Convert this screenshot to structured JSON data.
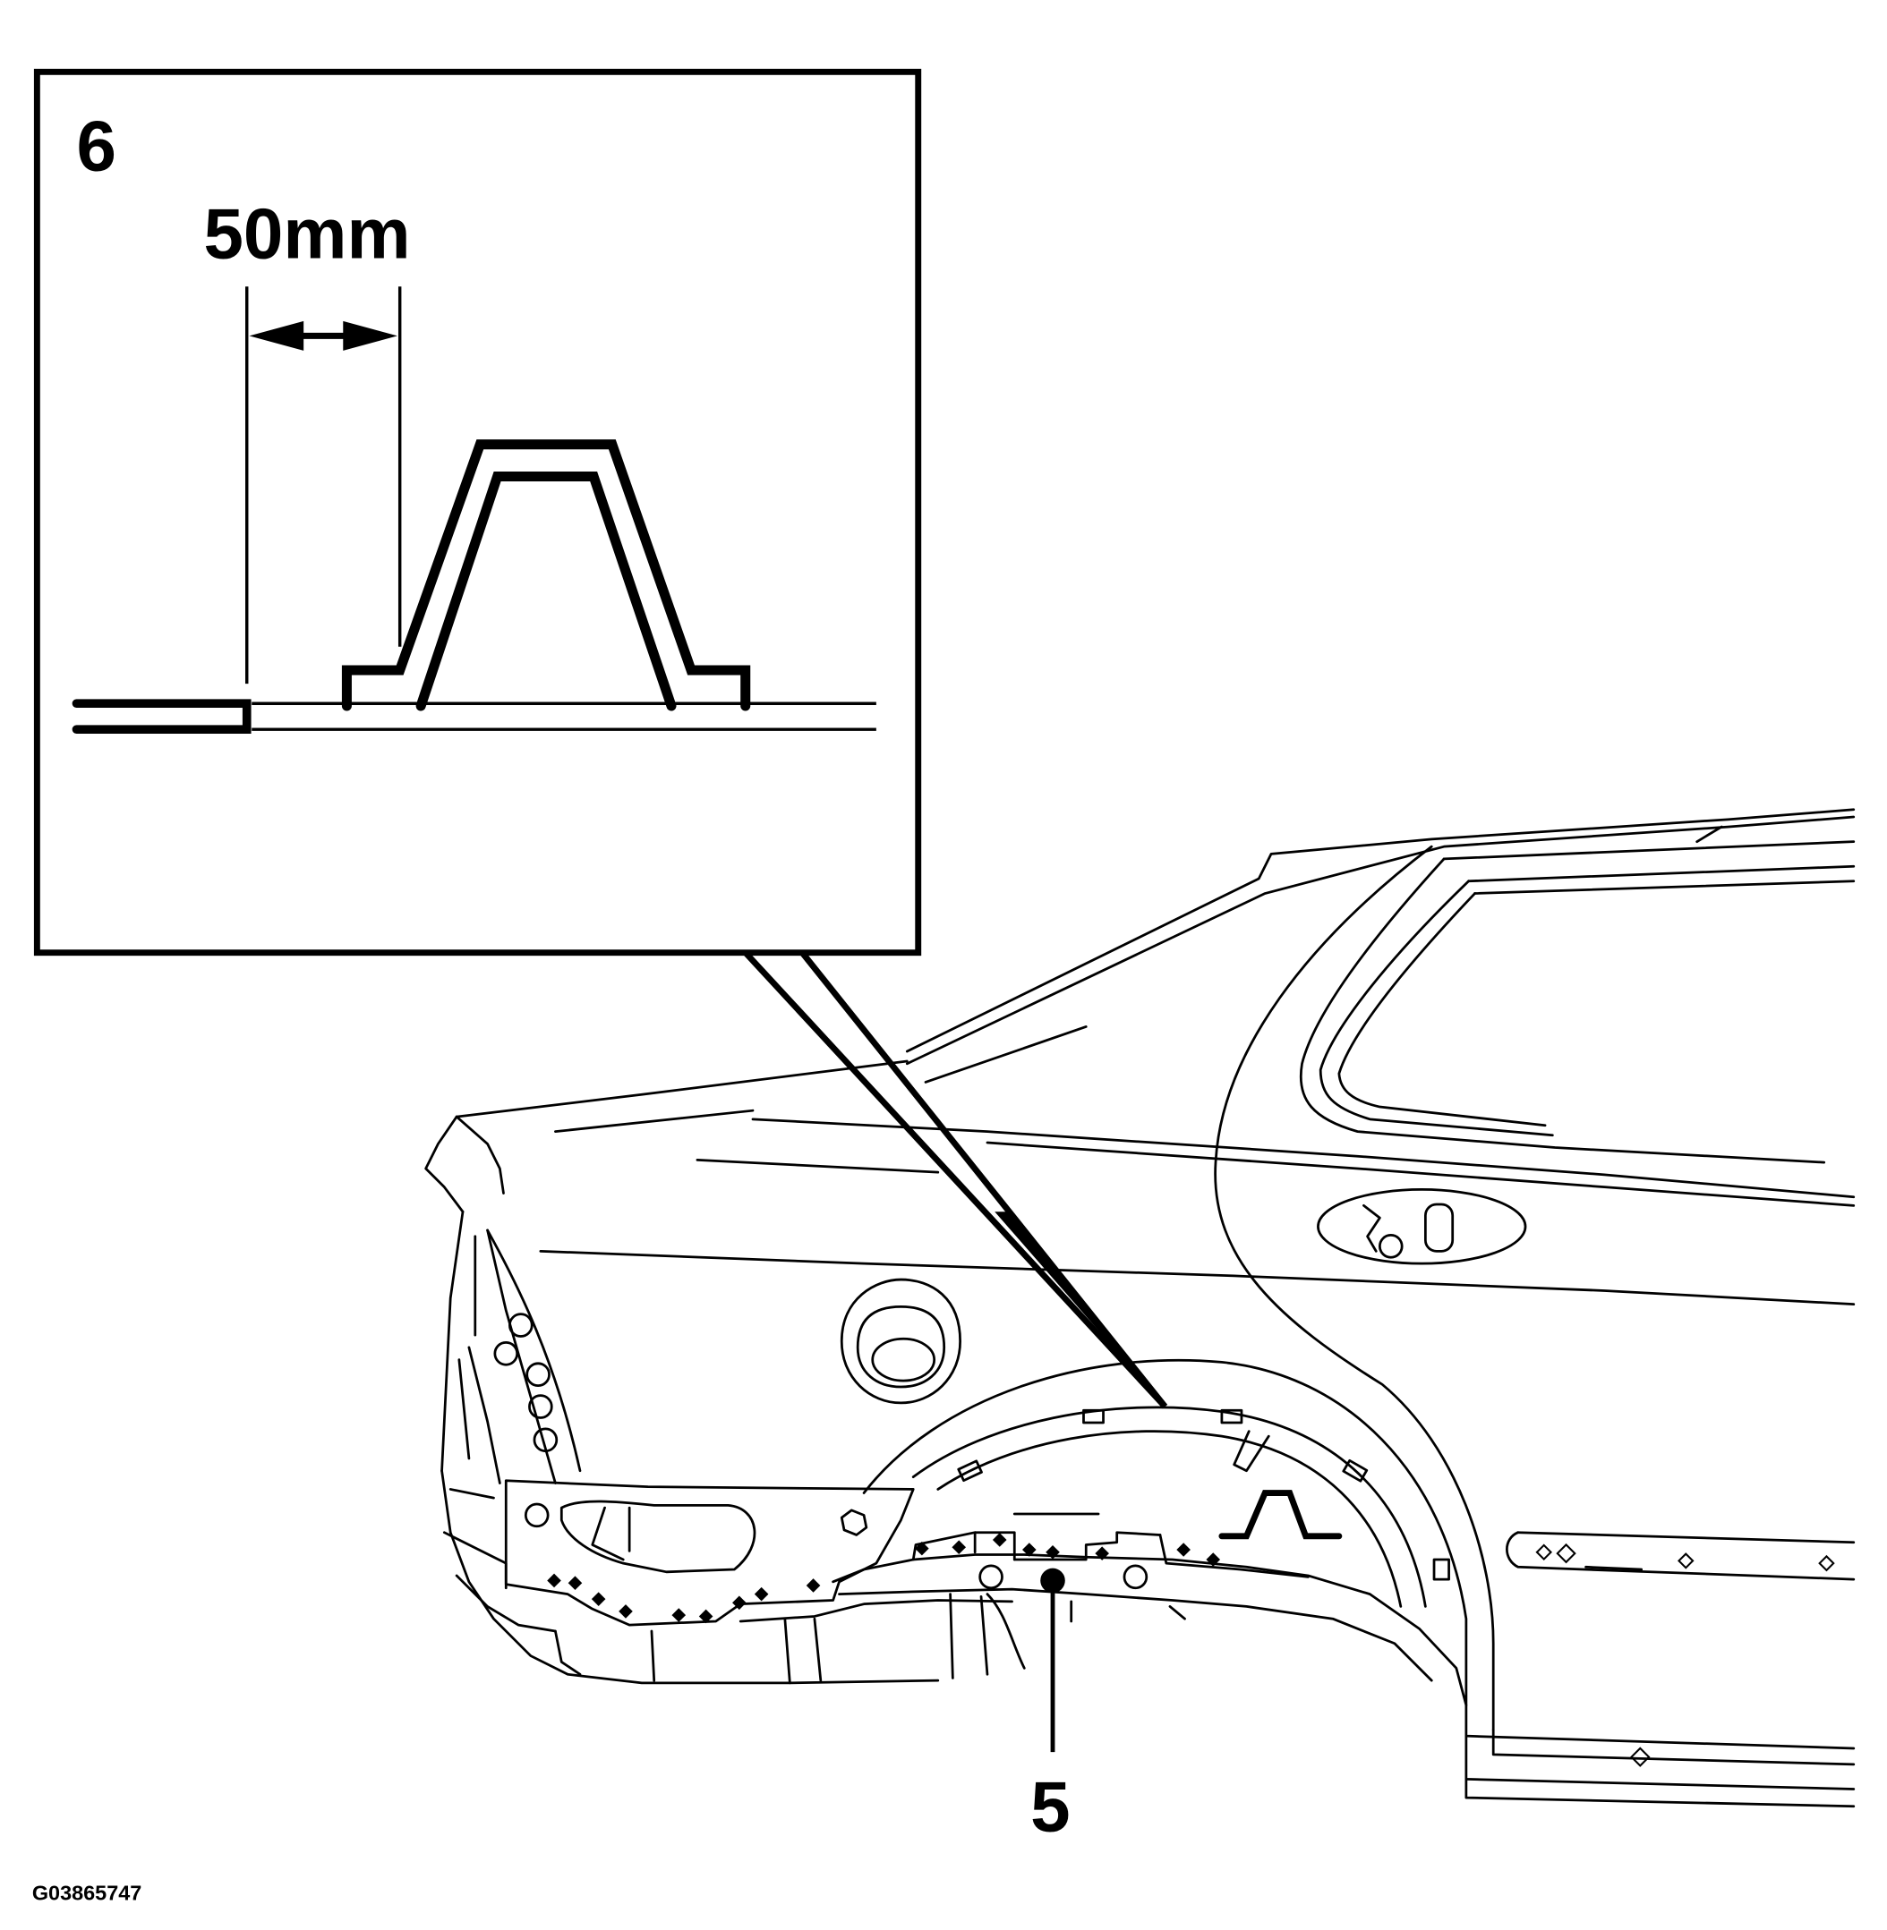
{
  "labels": {
    "detail_number": "6",
    "dimension": "50mm",
    "callout_number": "5",
    "figure_code": "G03865747"
  },
  "colors": {
    "ink": "#000000",
    "paper": "#ffffff"
  }
}
